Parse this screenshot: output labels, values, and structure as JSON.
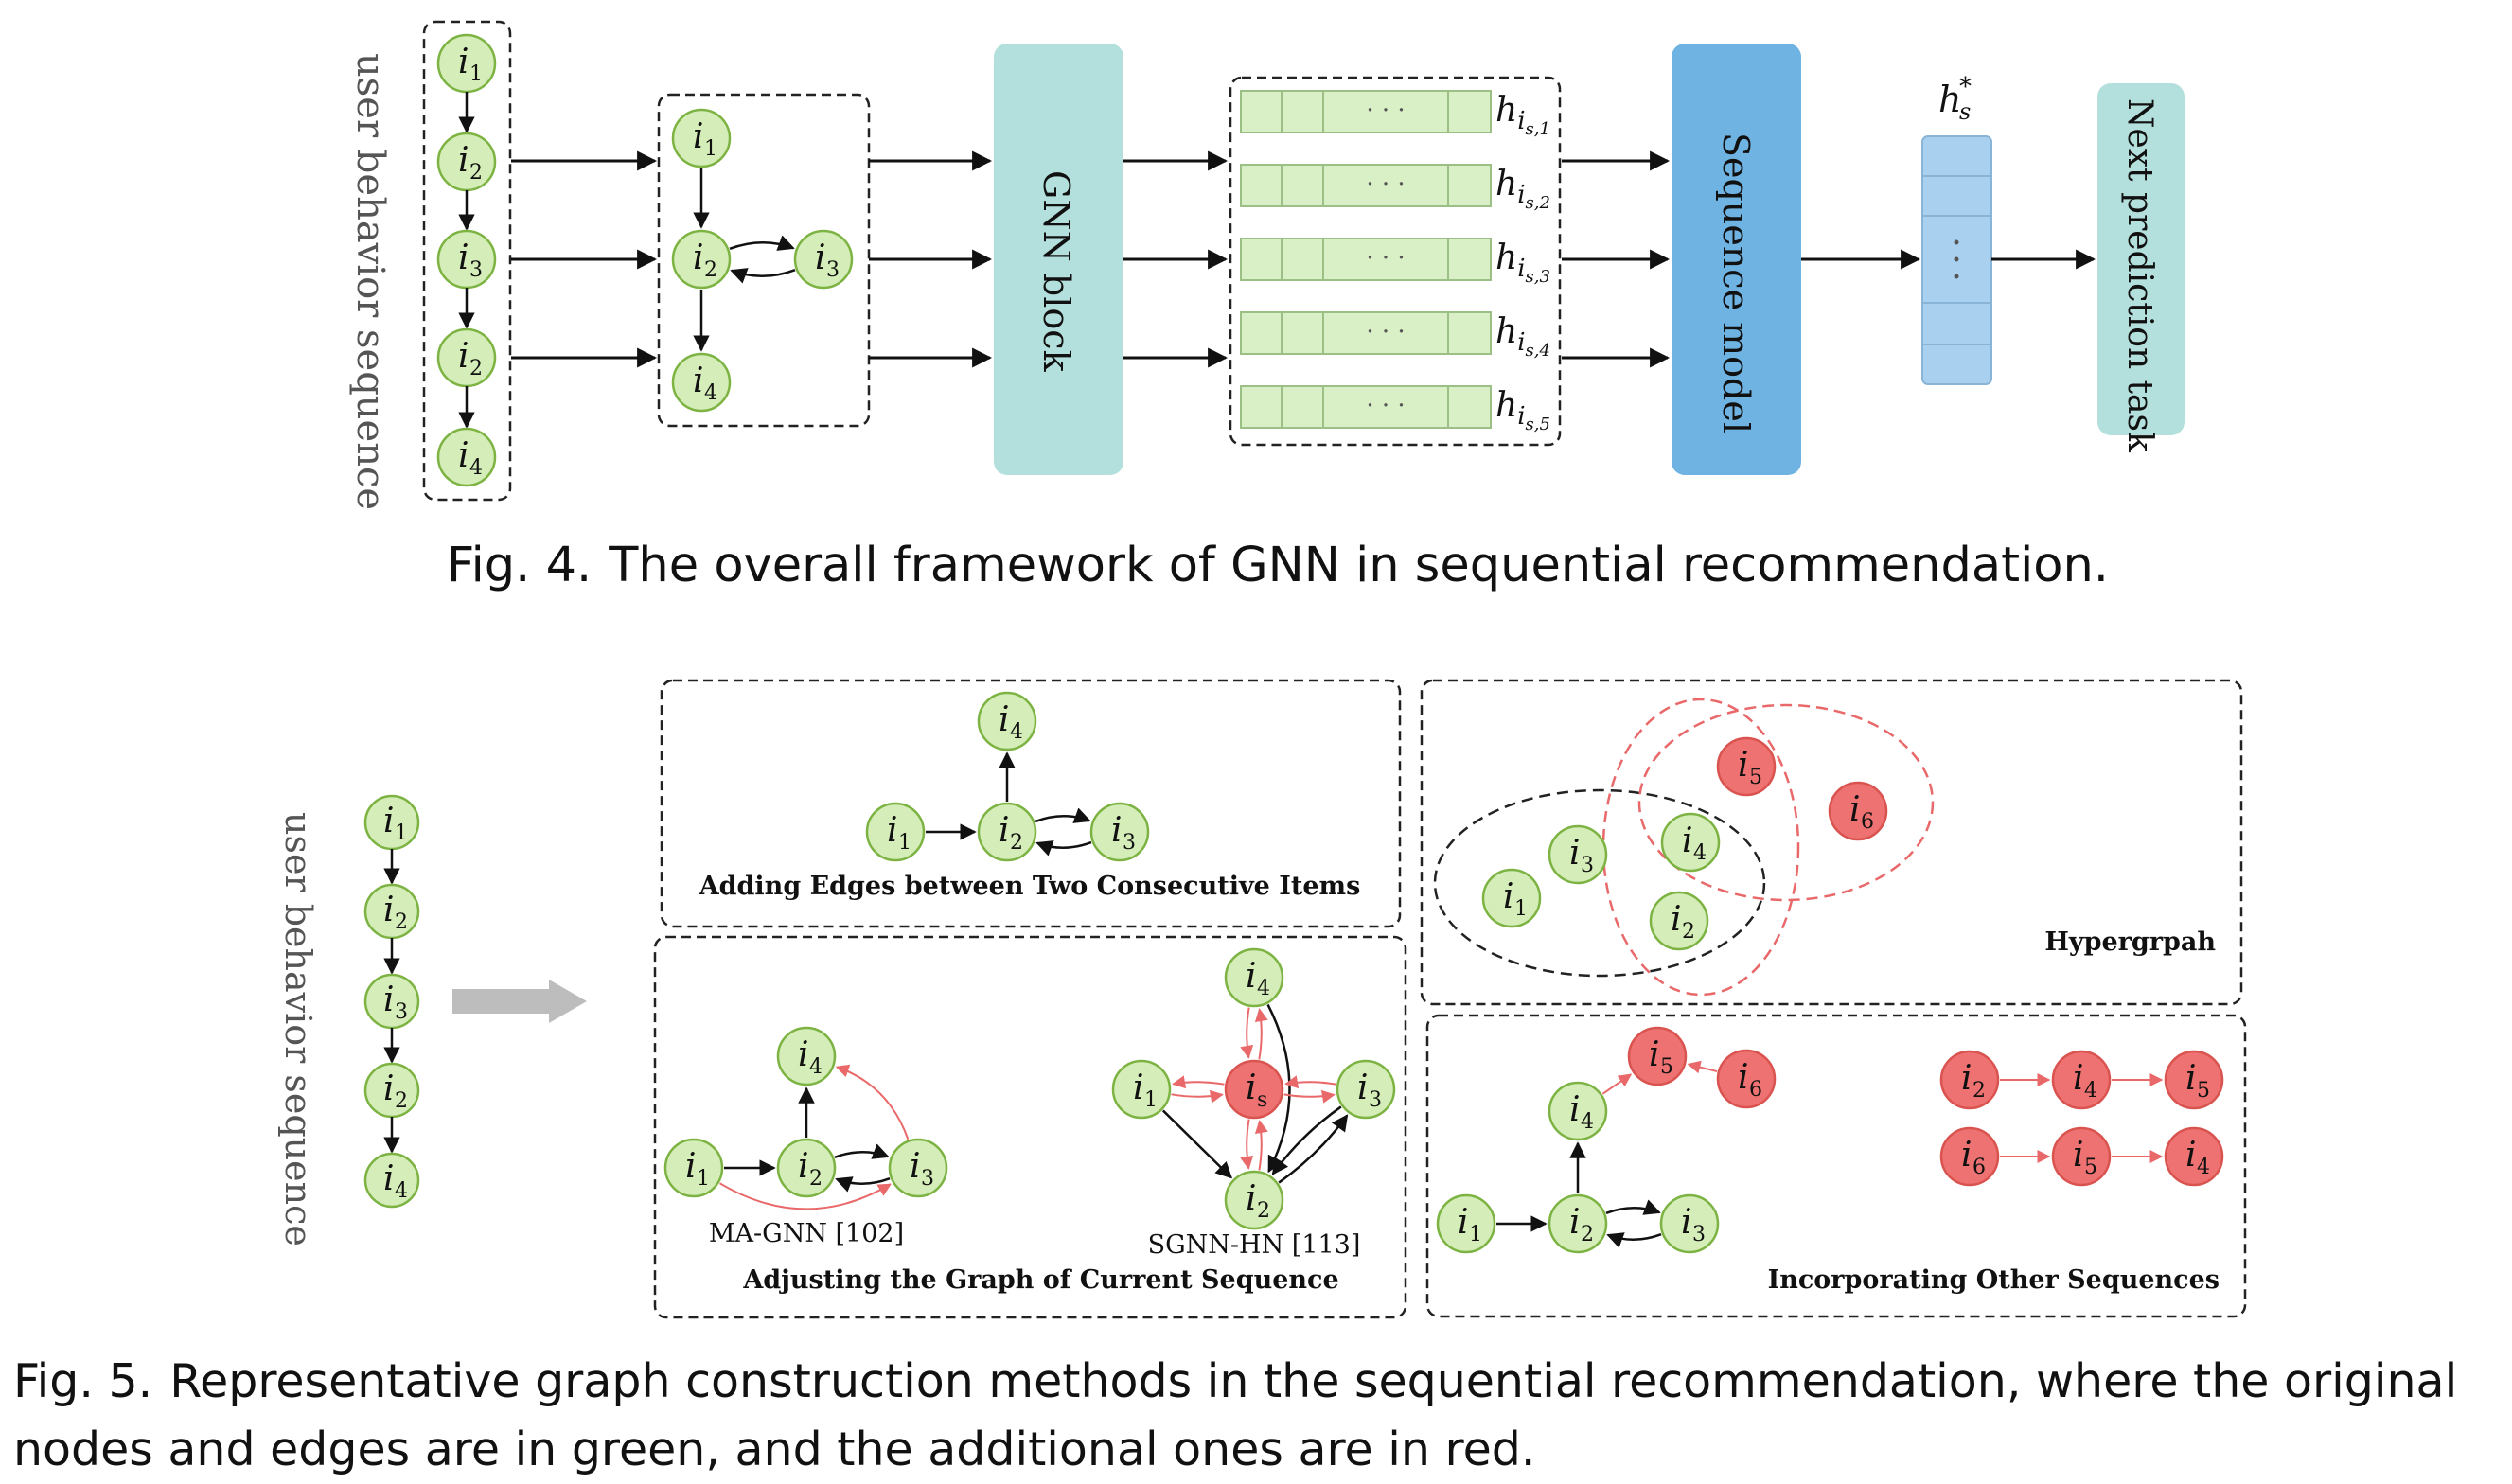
{
  "figures": {
    "fig4": {
      "number": "Fig. 4.",
      "caption": "The overall framework of GNN in sequential recommendation.",
      "vertical_label": "user behavior sequence",
      "gnn_block": "GNN block",
      "sequence_model": "Sequence model",
      "next_task": "Next prediction task",
      "embedding_labels": [
        "h_{i_{s,1}}",
        "h_{i_{s,2}}",
        "h_{i_{s,3}}",
        "h_{i_{s,4}}",
        "h_{i_{s,5}}"
      ],
      "dots": "· · ·",
      "session_label": "h*_s",
      "sequence_nodes": [
        "1",
        "2",
        "3",
        "2",
        "4"
      ],
      "graph_nodes": [
        "1",
        "2",
        "3",
        "4"
      ]
    },
    "fig5": {
      "number": "Fig. 5.",
      "caption_line1": "Representative graph construction methods in the sequential recommendation, where the original",
      "caption_line2": "nodes and edges are in green, and the additional ones are in red.",
      "vertical_label": "user behavior sequence",
      "panel_titles": {
        "consecutive": "Adding Edges between Two Consecutive Items",
        "hypergraph": "Hypergrpah",
        "adjusting": "Adjusting the Graph of Current Sequence",
        "other_sequences": "Incorporating Other Sequences"
      },
      "method_labels": {
        "ma_gnn": "MA-GNN [102]",
        "sgnn_hn": "SGNN-HN [113]"
      }
    }
  },
  "colors": {
    "green_fill": "#d5edb8",
    "green_stroke": "#7cb342",
    "red_fill": "#ef7273",
    "red_stroke": "#d9534f",
    "red_edge": "#e9696a",
    "teal_block": "#b3e0dc",
    "blue_block": "#6fb3e3",
    "light_blue": "#a9d0ef",
    "embed_green": "#d9efc5"
  }
}
